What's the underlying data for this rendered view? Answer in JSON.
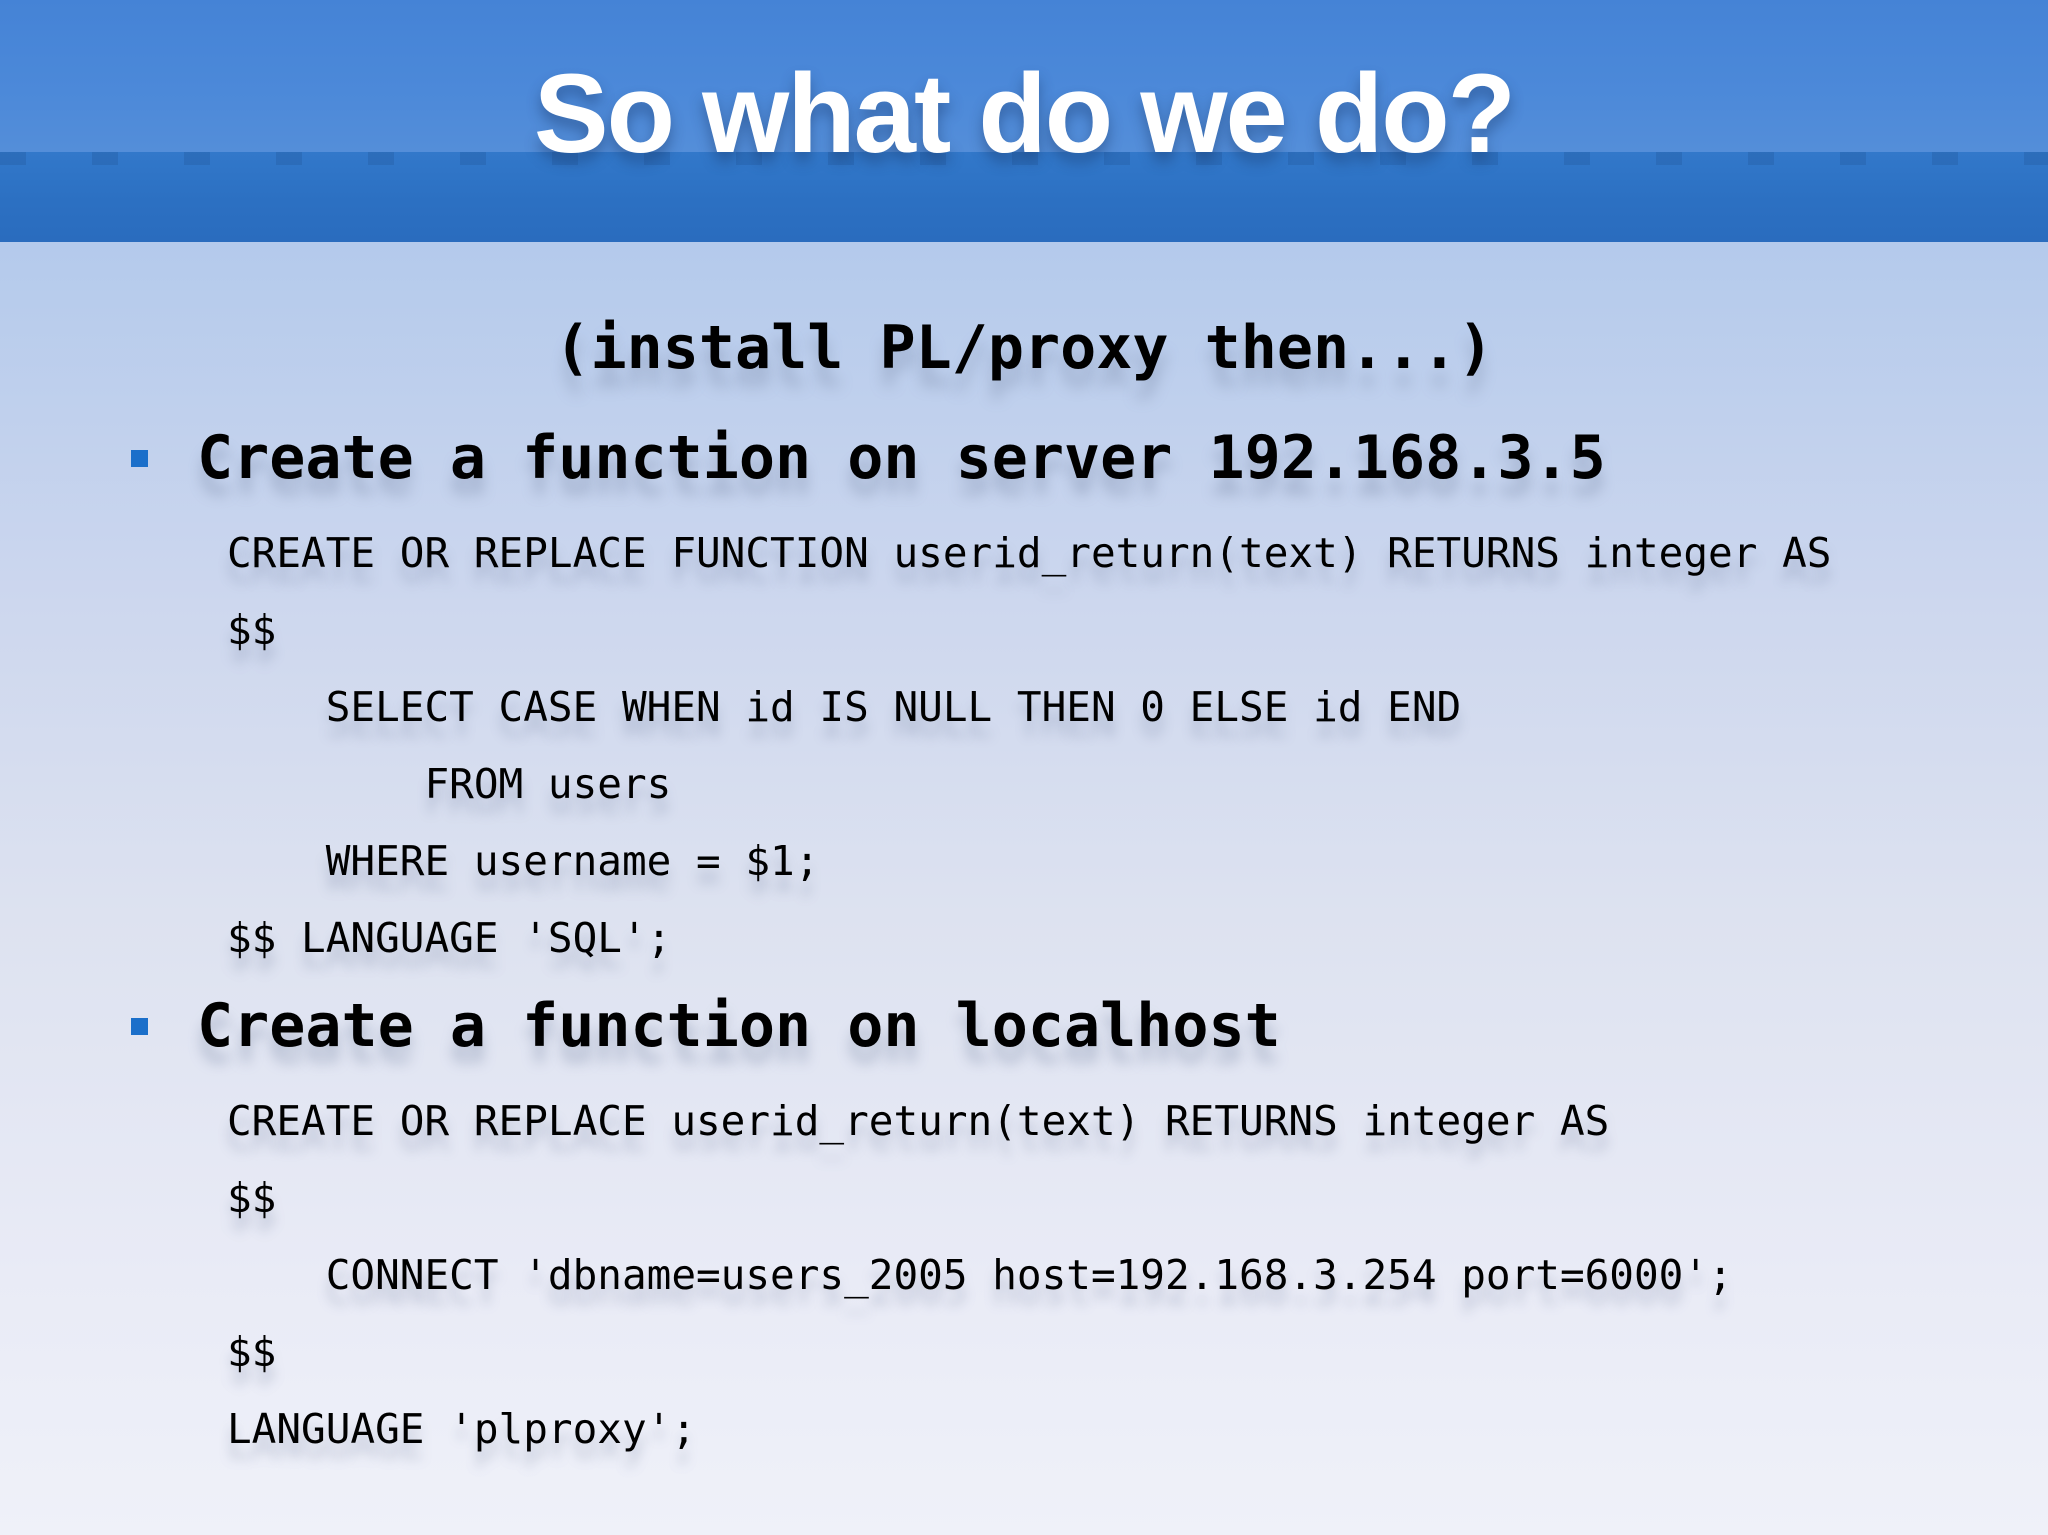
{
  "slide": {
    "title": "So what do we do?",
    "subtitle": "(install PL/proxy then...)",
    "sections": [
      {
        "heading": "Create a function on server 192.168.3.5",
        "code_lines": [
          "CREATE OR REPLACE FUNCTION userid_return(text) RETURNS integer AS",
          "$$",
          "    SELECT CASE WHEN id IS NULL THEN 0 ELSE id END",
          "        FROM users",
          "    WHERE username = $1;",
          "$$ LANGUAGE 'SQL';"
        ]
      },
      {
        "heading": "Create a function on localhost",
        "code_lines": [
          "CREATE OR REPLACE userid_return(text) RETURNS integer AS",
          "$$",
          "    CONNECT 'dbname=users_2005 host=192.168.3.254 port=6000';",
          "$$",
          "LANGUAGE 'plproxy';"
        ]
      }
    ],
    "colors": {
      "header_top_blue": "#4c89d9",
      "header_dark_band": "#2c70c2",
      "body_gradient_top": "#b4caec",
      "body_gradient_bottom": "#eff1f9",
      "bullet_blue": "#1b6fca",
      "title_text": "#ffffff",
      "body_text": "#000000"
    }
  }
}
